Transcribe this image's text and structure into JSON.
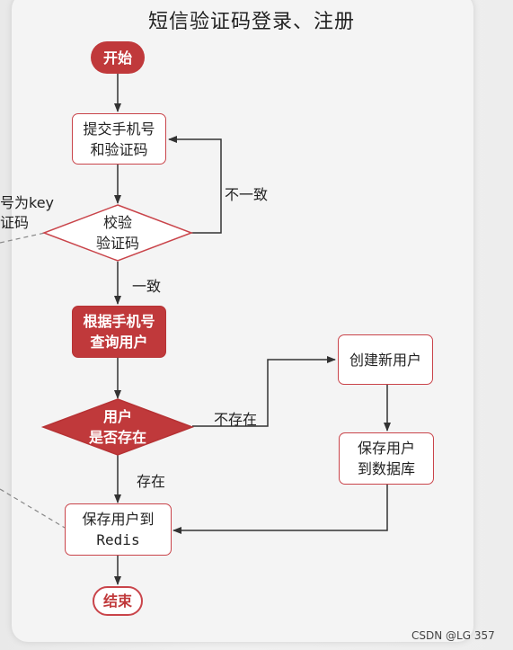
{
  "title": "短信验证码登录、注册",
  "nodes": {
    "start": "开始",
    "submit_line1": "提交手机号",
    "submit_line2": "和验证码",
    "verify_line1": "校验",
    "verify_line2": "验证码",
    "query_line1": "根据手机号",
    "query_line2": "查询用户",
    "exists_line1": "用户",
    "exists_line2": "是否存在",
    "create": "创建新用户",
    "save_db_line1": "保存用户",
    "save_db_line2": "到数据库",
    "save_redis_line1": "保存用户到",
    "save_redis_line2": "Redis",
    "end": "结束"
  },
  "edges": {
    "inconsistent": "不一致",
    "consistent": "一致",
    "not_exists": "不存在",
    "exists": "存在"
  },
  "cut_note": {
    "line1": "号为key",
    "line2": "证码"
  },
  "watermark": "CSDN @LG  357",
  "colors": {
    "accent_red": "#c0393b",
    "border_red": "#c9444a",
    "line": "#333333"
  }
}
